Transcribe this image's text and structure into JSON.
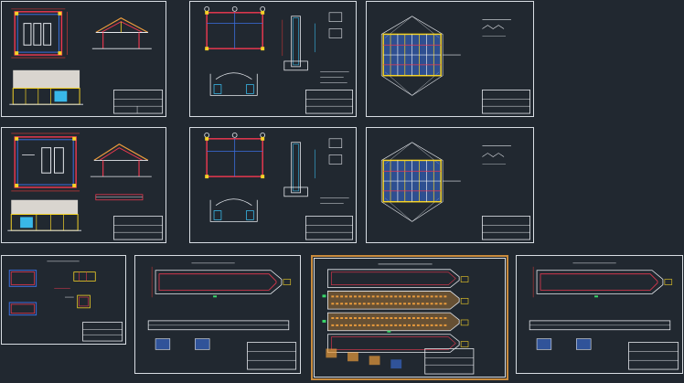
{
  "app": {
    "title": ""
  },
  "colors": {
    "background": "#212830",
    "frame": "#d8dde3",
    "selection": "#c98b3c",
    "wall": "#e8384f",
    "dimension": "#e53935",
    "blue_line": "#3b6fe0",
    "yellow": "#f5d327",
    "white_line": "#e6e9ee",
    "cyan": "#39b8e8",
    "orange": "#e89a3c"
  },
  "sheets": [
    {
      "id": "s1",
      "kind": "house-plan-elevation"
    },
    {
      "id": "s2",
      "kind": "column-detail"
    },
    {
      "id": "s3",
      "kind": "roof-framing"
    },
    {
      "id": "s4",
      "kind": "house-plan-elevation"
    },
    {
      "id": "s5",
      "kind": "column-detail"
    },
    {
      "id": "s6",
      "kind": "roof-framing"
    },
    {
      "id": "s7",
      "kind": "small-details"
    },
    {
      "id": "s8",
      "kind": "tank-plan"
    },
    {
      "id": "s9",
      "kind": "tank-plan-multi",
      "selected": true
    },
    {
      "id": "s10",
      "kind": "tank-plan"
    }
  ]
}
